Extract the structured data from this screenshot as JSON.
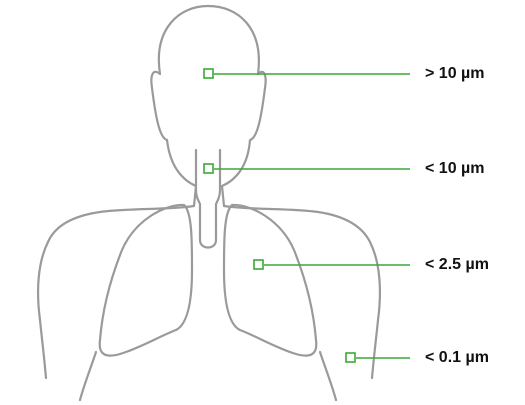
{
  "labels": {
    "head": "> 10 µm",
    "throat": "< 10 µm",
    "lungs": "< 2.5 µm",
    "blood": "< 0.1 µm"
  },
  "colors": {
    "outline": "#9a9a9a",
    "accent": "#3aa935",
    "text": "#111111"
  }
}
